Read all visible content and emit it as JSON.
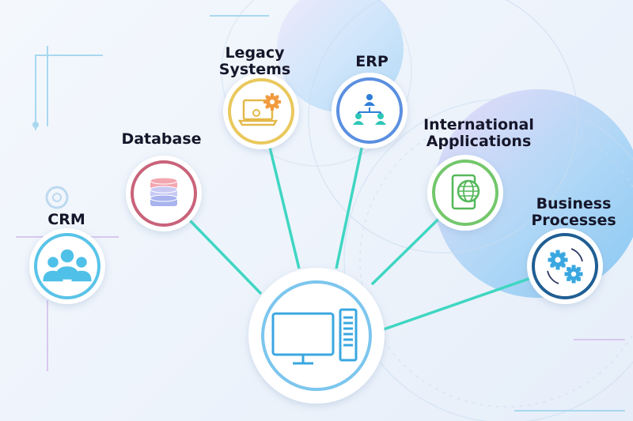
{
  "hub": {
    "icon": "desktop-computer-icon"
  },
  "nodes": [
    {
      "key": "crm",
      "label": "CRM",
      "icon": "team-people-icon",
      "ring_color": "#59c3e8"
    },
    {
      "key": "database",
      "label": "Database",
      "icon": "database-icon",
      "ring_color": "#c9637a"
    },
    {
      "key": "legacy",
      "label": "Legacy\nSystems",
      "icon": "laptop-gear-icon",
      "ring_color": "#e9c85c"
    },
    {
      "key": "erp",
      "label": "ERP",
      "icon": "org-hierarchy-icon",
      "ring_color": "#5b8fe0"
    },
    {
      "key": "international",
      "label": "International\nApplications",
      "icon": "tablet-globe-icon",
      "ring_color": "#73c76b"
    },
    {
      "key": "business",
      "label": "Business\nProcesses",
      "icon": "gears-cycle-icon",
      "ring_color": "#1f5e93"
    }
  ],
  "colors": {
    "connector": "#3fd6c2",
    "hub_ring": "#7cc6ee",
    "icon_blue": "#3aa7e0"
  }
}
